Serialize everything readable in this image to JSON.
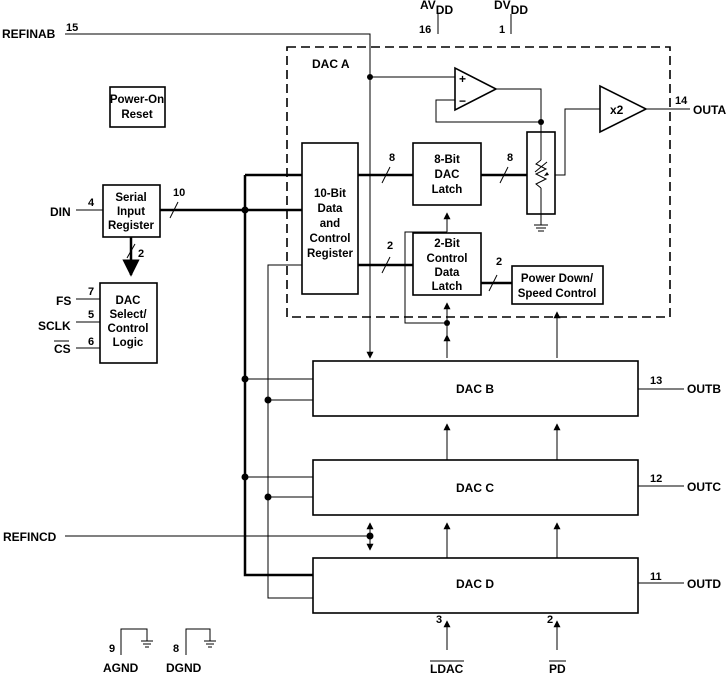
{
  "signals": {
    "refinab": "REFINAB",
    "din": "DIN",
    "fs": "FS",
    "sclk": "SCLK",
    "cs": "CS",
    "refincd": "REFINCD",
    "outa": "OUTA",
    "outb": "OUTB",
    "outc": "OUTC",
    "outd": "OUTD",
    "agnd": "AGND",
    "dgnd": "DGND",
    "ldac": "LDAC",
    "pd": "PD"
  },
  "supplies": {
    "avdd_main": "AV",
    "avdd_sub": "DD",
    "dvdd_main": "DV",
    "dvdd_sub": "DD"
  },
  "pins": {
    "refinab": "15",
    "avdd": "16",
    "dvdd": "1",
    "din": "4",
    "fs": "7",
    "sclk": "5",
    "cs": "6",
    "outa": "14",
    "outb": "13",
    "outc": "12",
    "outd": "11",
    "agnd": "9",
    "dgnd": "8",
    "ldac": "3",
    "pd": "2"
  },
  "bus_widths": {
    "serial_out": "10",
    "serial_to_logic": "2",
    "to_dac_latch": "8",
    "dac_out": "8",
    "to_control_latch": "2",
    "to_power_down": "2"
  },
  "blocks": {
    "power_on_reset": [
      "Power-On",
      "Reset"
    ],
    "serial_input_register": [
      "Serial",
      "Input",
      "Register"
    ],
    "dac_select_logic": [
      "DAC",
      "Select/",
      "Control",
      "Logic"
    ],
    "data_control_register": [
      "10-Bit",
      "Data",
      "and",
      "Control",
      "Register"
    ],
    "dac_latch": [
      "8-Bit",
      "DAC",
      "Latch"
    ],
    "control_data_latch": [
      "2-Bit",
      "Control",
      "Data",
      "Latch"
    ],
    "power_down": [
      "Power Down/",
      "Speed Control"
    ],
    "dac_a_label": "DAC A",
    "dac_b": "DAC B",
    "dac_c": "DAC C",
    "dac_d": "DAC D",
    "gain_amp": "x2",
    "buffer_plus": "+",
    "buffer_minus": "−"
  }
}
